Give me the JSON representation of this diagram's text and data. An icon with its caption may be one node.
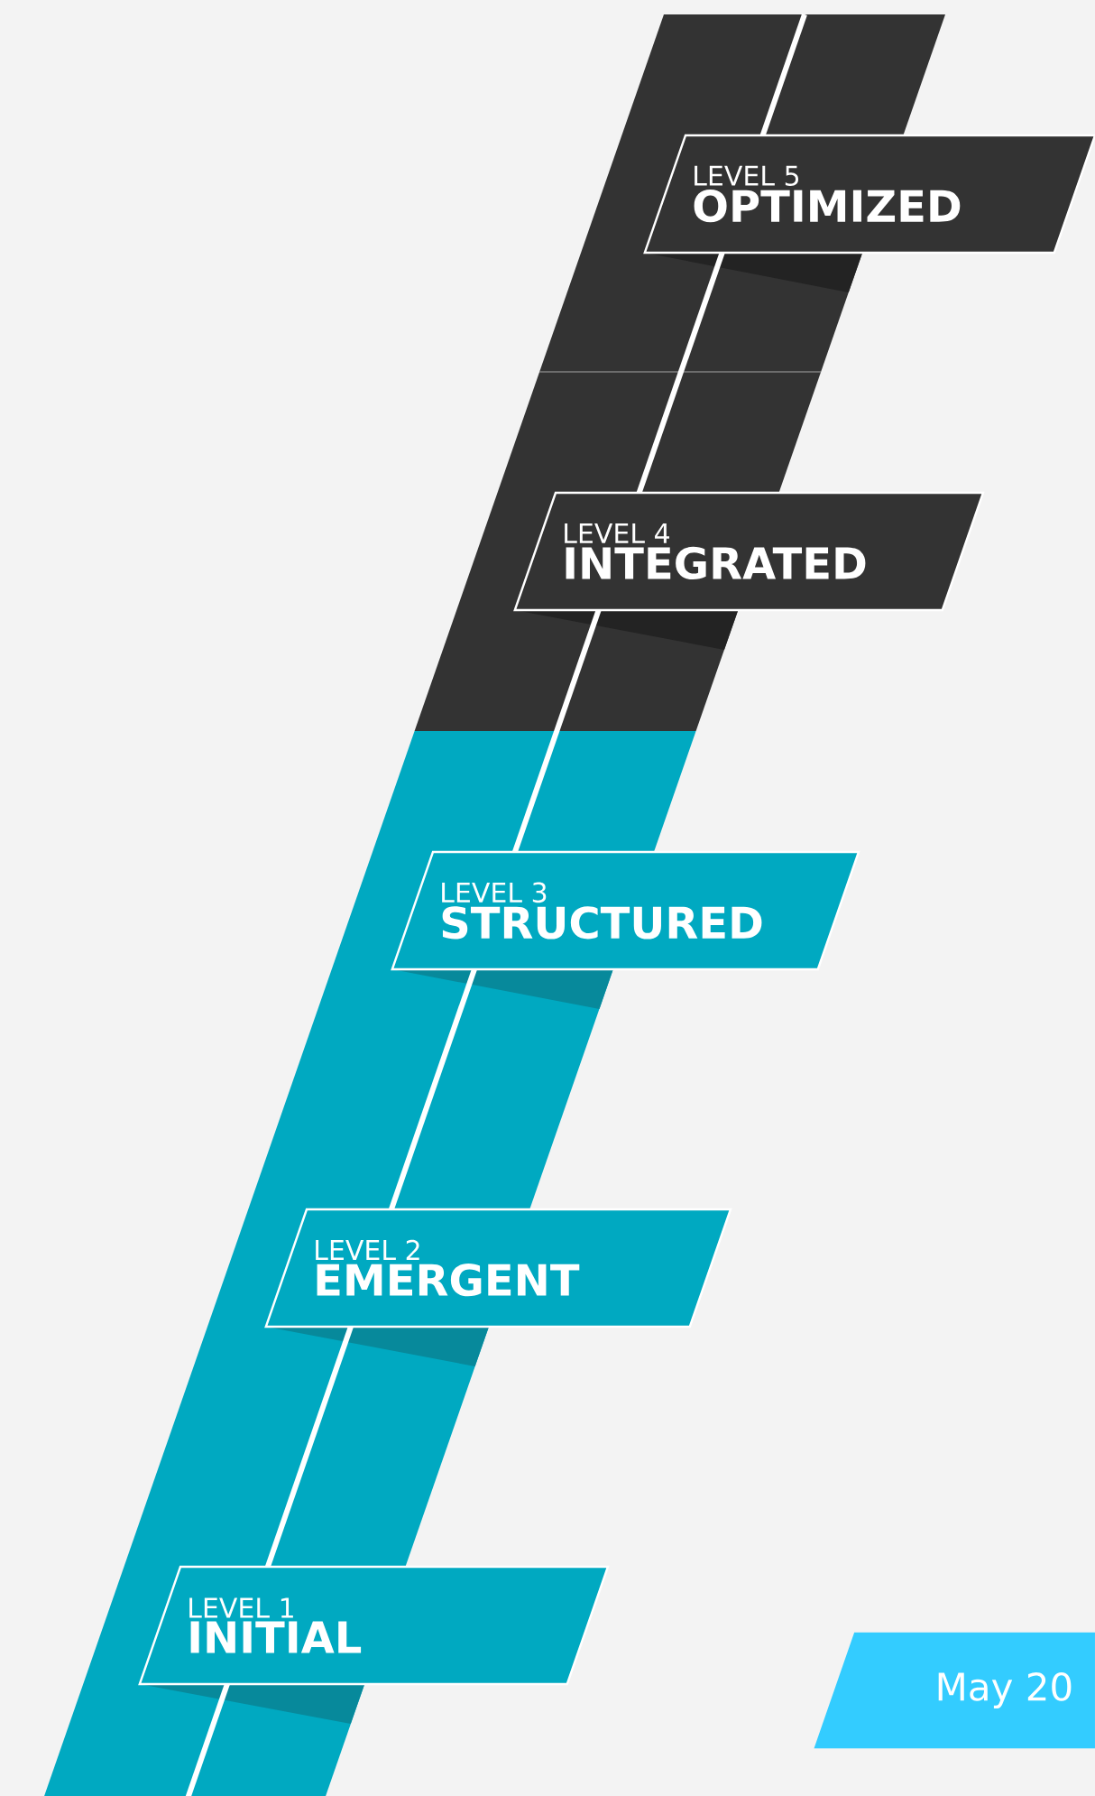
{
  "diagram": {
    "nodes": [
      {
        "text": [
          "LEVEL 5",
          "OPTIMIZED"
        ]
      },
      {
        "text": [
          "LEVEL 4",
          "INTEGRATED"
        ]
      },
      {
        "text": [
          "LEVEL 3",
          "STRUCTURED"
        ]
      },
      {
        "text": [
          "LEVEL 2",
          "EMERGENT"
        ]
      },
      {
        "text": [
          "LEVEL 1",
          "INITIAL"
        ]
      },
      {
        "text": [
          "May 20"
        ]
      }
    ]
  }
}
